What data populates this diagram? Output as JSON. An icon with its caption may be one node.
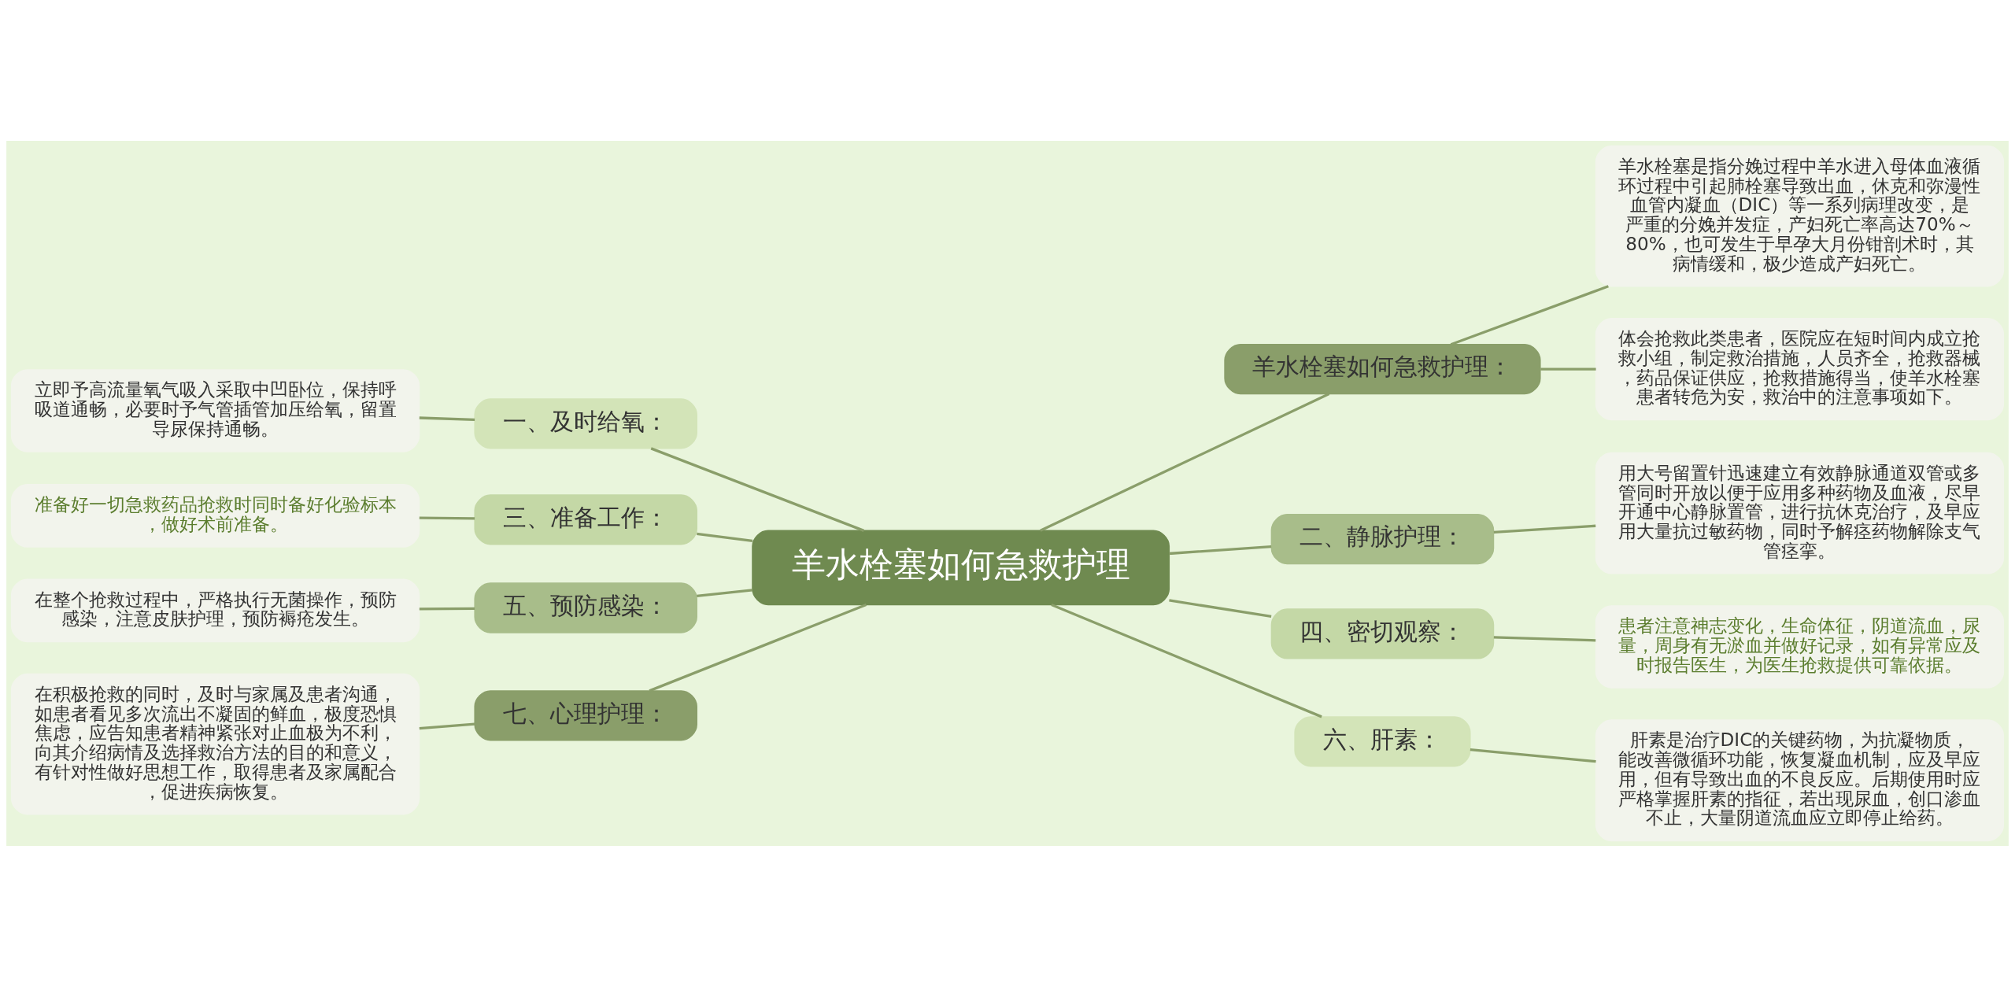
{
  "diagram": {
    "nodes": [
      {
        "text": [
          "羊水栓塞如何急救护理"
        ]
      },
      {
        "text": [
          "羊水栓塞如何急救护理："
        ]
      },
      {
        "text": [
          "羊水栓塞是指分娩过程中羊水进入母体血液循环过程中引起肺栓塞导致出血，休克和弥漫性血管内凝血（DIC）等一系列病理改变，是严重的分娩并发症，产妇死亡率高达70%～80%，也可发生于早孕大月份钳剖术时，其病情缓和，极少造成产妇死亡。"
        ]
      },
      {
        "text": [
          "体会抢救此类患者，医院应在短时间内成立抢救小组，制定救治措施，人员齐全，抢救器械，药品保证供应，抢救措施得当，使羊水栓塞患者转危为安，救治中的注意事项如下。"
        ]
      },
      {
        "text": [
          "一、及时给氧："
        ]
      },
      {
        "text": [
          "立即予高流量氧气吸入采取中凹卧位，保持呼吸道通畅，必要时予气管插管加压给氧，留置导尿保持通畅。"
        ]
      },
      {
        "text": [
          "二、静脉护理："
        ]
      },
      {
        "text": [
          "用大号留置针迅速建立有效静脉通道双管或多管同时开放以便于应用多种药物及血液，尽早开通中心静脉置管，进行抗休克治疗，及早应用大量抗过敏药物，同时予解痉药物解除支气管痉挛。"
        ]
      },
      {
        "text": [
          "三、准备工作："
        ]
      },
      {
        "text": [
          "准备好一切急救药品抢救时同时备好化验标本，做好术前准备。"
        ]
      },
      {
        "text": [
          "四、密切观察："
        ]
      },
      {
        "text": [
          "患者注意神志变化，生命体征，阴道流血，尿量，周身有无淤血并做好记录，如有异常应及时报告医生，为医生抢救提供可靠依据。"
        ]
      },
      {
        "text": [
          "五、预防感染："
        ]
      },
      {
        "text": [
          "在整个抢救过程中，严格执行无菌操作，预防感染，注意皮肤护理，预防褥疮发生。"
        ]
      },
      {
        "text": [
          "六、肝素："
        ]
      },
      {
        "text": [
          "肝素是治疗DIC的关键药物，为抗凝物质，能改善微循环功能，恢复凝血机制，应及早应用，但有导致出血的不良反应。后期使用时应严格掌握肝素的指征，若出现尿血，创口渗血不止，大量阴道流血应立即停止给药。"
        ]
      },
      {
        "text": [
          "七、心理护理："
        ]
      },
      {
        "text": [
          "在积极抢救的同时，及时与家属及患者沟通，如患者看见多次流出不凝固的鲜血，极度恐惧焦虑，应告知患者精神紧张对止血极为不利，向其介绍病情及选择救治方法的目的和意义，有针对性做好思想工作，取得患者及家属配合，促进疾病恢复。"
        ]
      }
    ],
    "edges": [
      {
        "from": 0,
        "to": 1,
        "arrow": "none"
      },
      {
        "from": 1,
        "to": 2,
        "arrow": "none"
      },
      {
        "from": 1,
        "to": 3,
        "arrow": "none"
      },
      {
        "from": 4,
        "to": 0,
        "arrow": "none"
      },
      {
        "from": 5,
        "to": 4,
        "arrow": "none"
      },
      {
        "from": 0,
        "to": 6,
        "arrow": "none"
      },
      {
        "from": 6,
        "to": 7,
        "arrow": "none"
      },
      {
        "from": 8,
        "to": 0,
        "arrow": "none"
      },
      {
        "from": 9,
        "to": 8,
        "arrow": "none"
      },
      {
        "from": 0,
        "to": 10,
        "arrow": "none"
      },
      {
        "from": 10,
        "to": 11,
        "arrow": "none"
      },
      {
        "from": 12,
        "to": 0,
        "arrow": "none"
      },
      {
        "from": 13,
        "to": 12,
        "arrow": "none"
      },
      {
        "from": 0,
        "to": 14,
        "arrow": "none"
      },
      {
        "from": 14,
        "to": 15,
        "arrow": "none"
      },
      {
        "from": 16,
        "to": 0,
        "arrow": "none"
      },
      {
        "from": 17,
        "to": 16,
        "arrow": "none"
      }
    ]
  }
}
